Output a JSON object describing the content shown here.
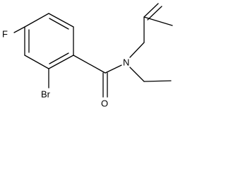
{
  "diagram": {
    "atoms": {
      "fluorine": "F",
      "bromine": "Br",
      "oxygen": "O",
      "nitrogen": "N"
    },
    "colors": {
      "bond": "#000000",
      "label": "#000000",
      "background": "#ffffff"
    }
  }
}
